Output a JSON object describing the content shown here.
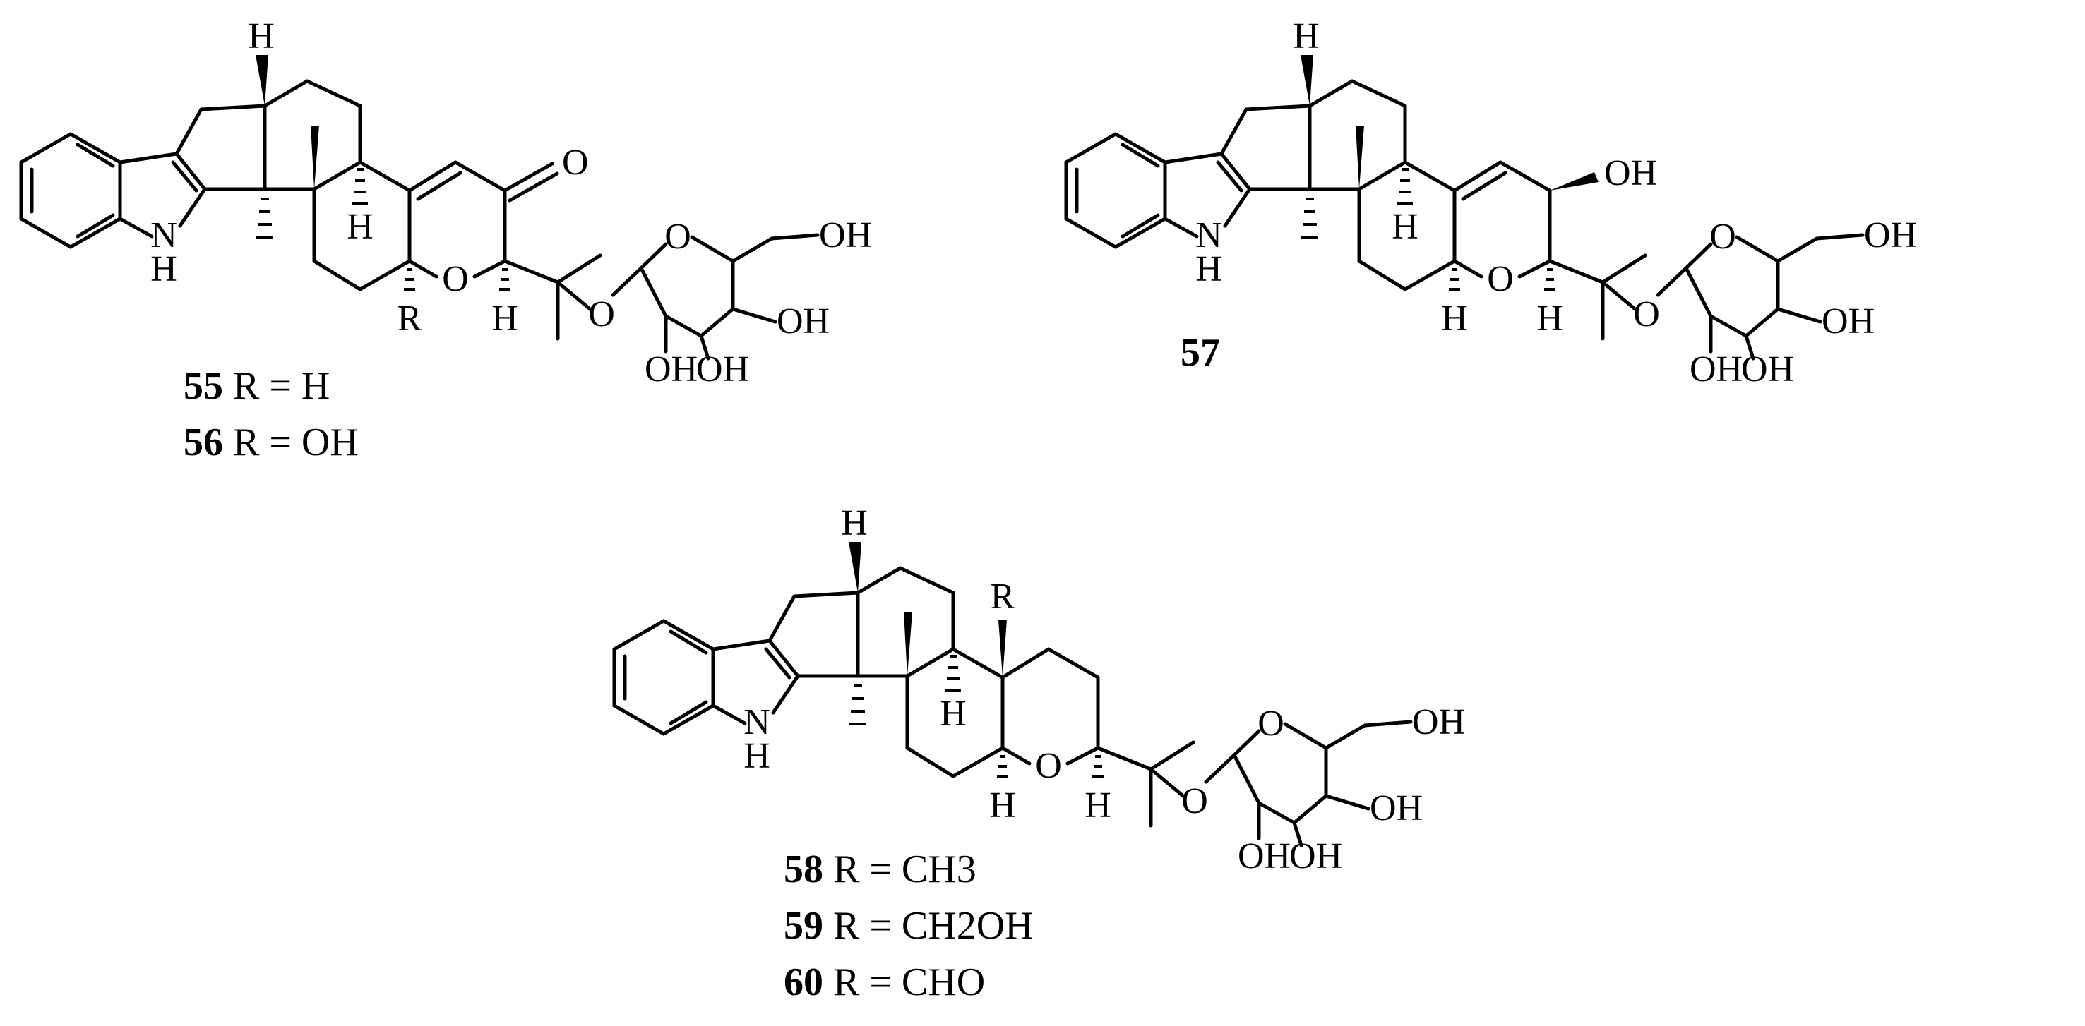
{
  "atoms": {
    "h": "H",
    "nh_n": "N",
    "nh_h": "H",
    "o": "O",
    "oh": "OH",
    "r": "R"
  },
  "labels": {
    "c55": {
      "num": "55",
      "text": " R = H"
    },
    "c56": {
      "num": "56",
      "text": " R = OH"
    },
    "c57": {
      "num": "57"
    },
    "c58": {
      "num": "58",
      "text": " R = CH3"
    },
    "c59": {
      "num": "59",
      "text": " R = CH2OH"
    },
    "c60": {
      "num": "60",
      "text": " R = CHO"
    }
  }
}
